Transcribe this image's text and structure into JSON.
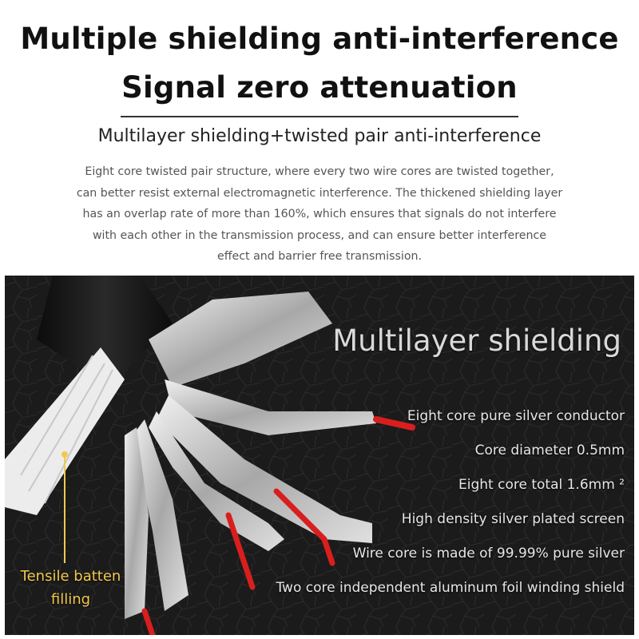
{
  "header": {
    "title_line1": "Multiple shielding anti-interference",
    "title_line2": "Signal zero attenuation",
    "subtitle": "Multilayer shielding+twisted pair anti-interference",
    "description_lines": [
      "Eight core twisted pair structure, where every two wire cores are twisted together,",
      "can better resist external electromagnetic interference. The thickened shielding layer",
      "has an overlap rate of more than 160%, which ensures that signals do not interfere",
      "with each other in the transmission process, and can ensure better interference",
      "effect and barrier free transmission."
    ]
  },
  "photo": {
    "heading": "Multilayer shielding",
    "specs": [
      "Eight core pure silver conductor",
      "Core diameter 0.5mm",
      "Eight core total 1.6mm ²",
      "High density silver plated screen",
      "Wire core is made of 99.99% pure silver",
      "Two core independent aluminum foil winding shield"
    ],
    "callout_lines": [
      "Tensile batten",
      "filling"
    ]
  },
  "colors": {
    "background": "#ffffff",
    "photo_background": "#1a1a1a",
    "accent_yellow": "#f2c94c",
    "wire_red": "#d91e1e",
    "foil_silver": "#c9c9c9"
  }
}
